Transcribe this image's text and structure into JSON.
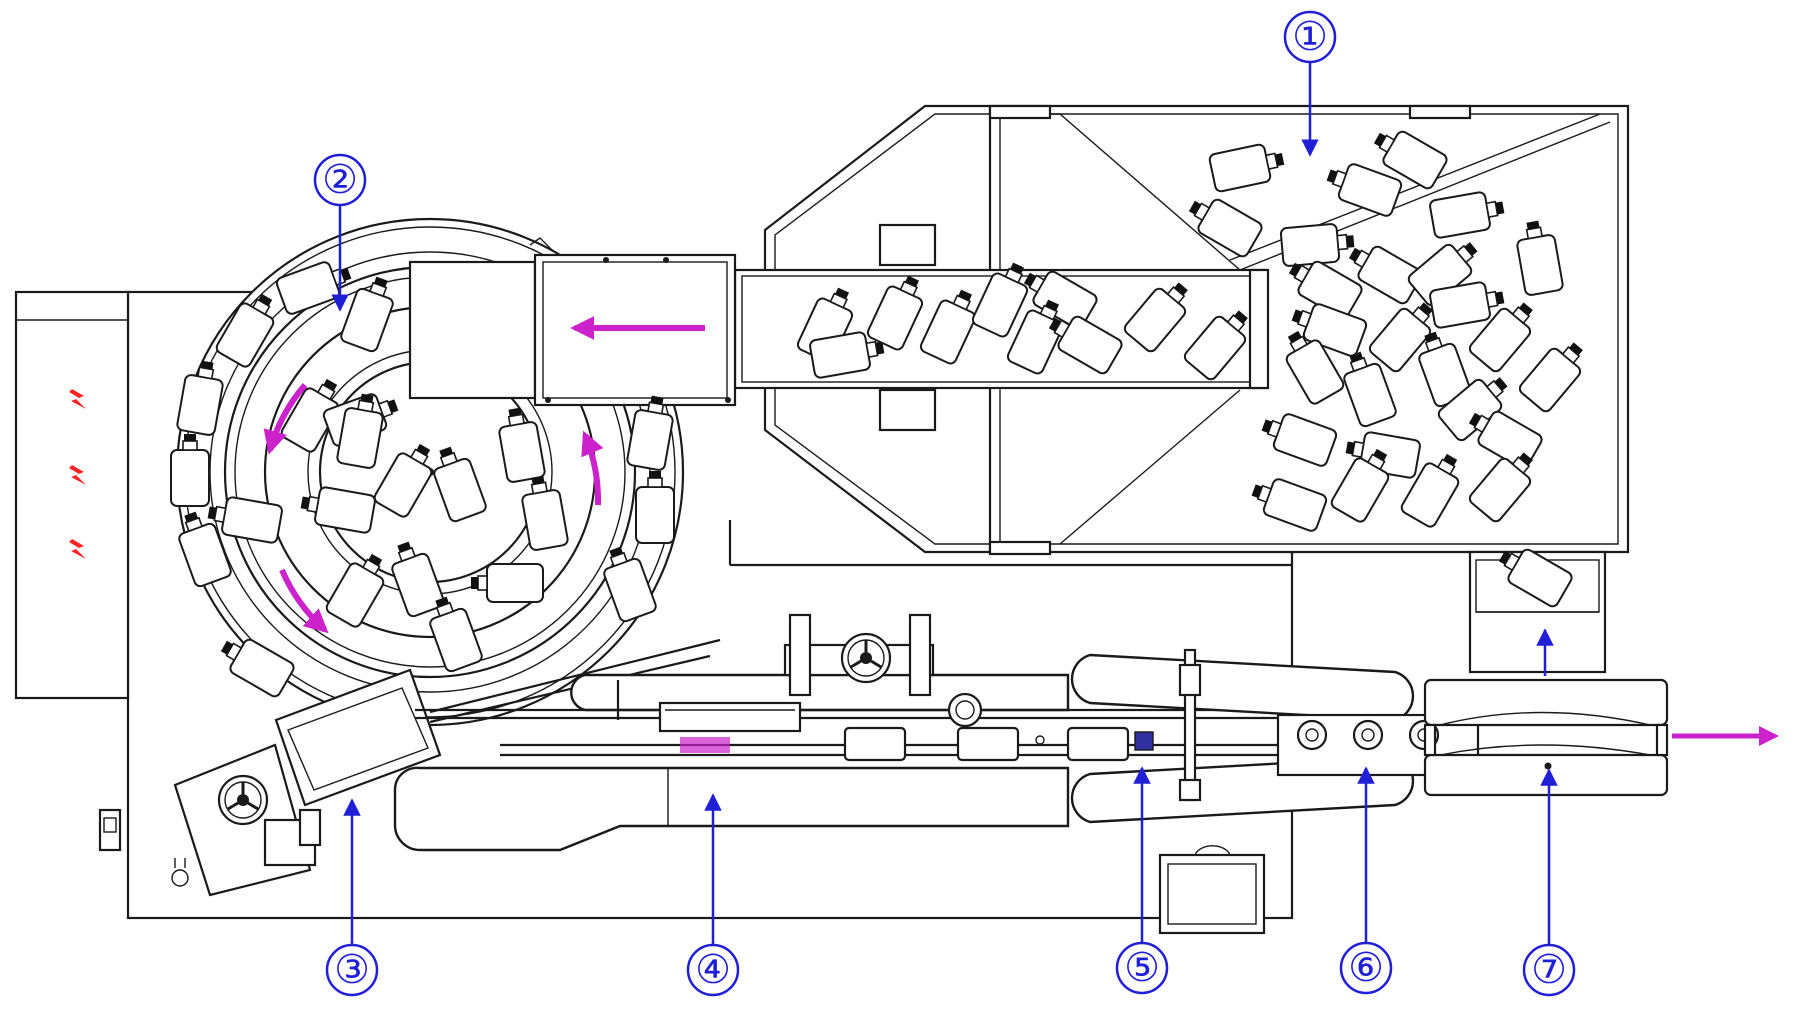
{
  "colors": {
    "line": "#1a1a1a",
    "guide_rail": "#22e022",
    "flow_arrow": "#cc22cc",
    "callout": "#1f1fd6",
    "warning": "#ff2222",
    "sensor": "#3030a0"
  },
  "callouts": [
    {
      "label": "①"
    },
    {
      "label": "②"
    },
    {
      "label": "③"
    },
    {
      "label": "④"
    },
    {
      "label": "⑤"
    },
    {
      "label": "⑥"
    },
    {
      "label": "⑦"
    }
  ],
  "icons": {
    "warning": "high-voltage-icon",
    "handwheel": "handwheel-icon",
    "bottle": "bottle-icon"
  }
}
